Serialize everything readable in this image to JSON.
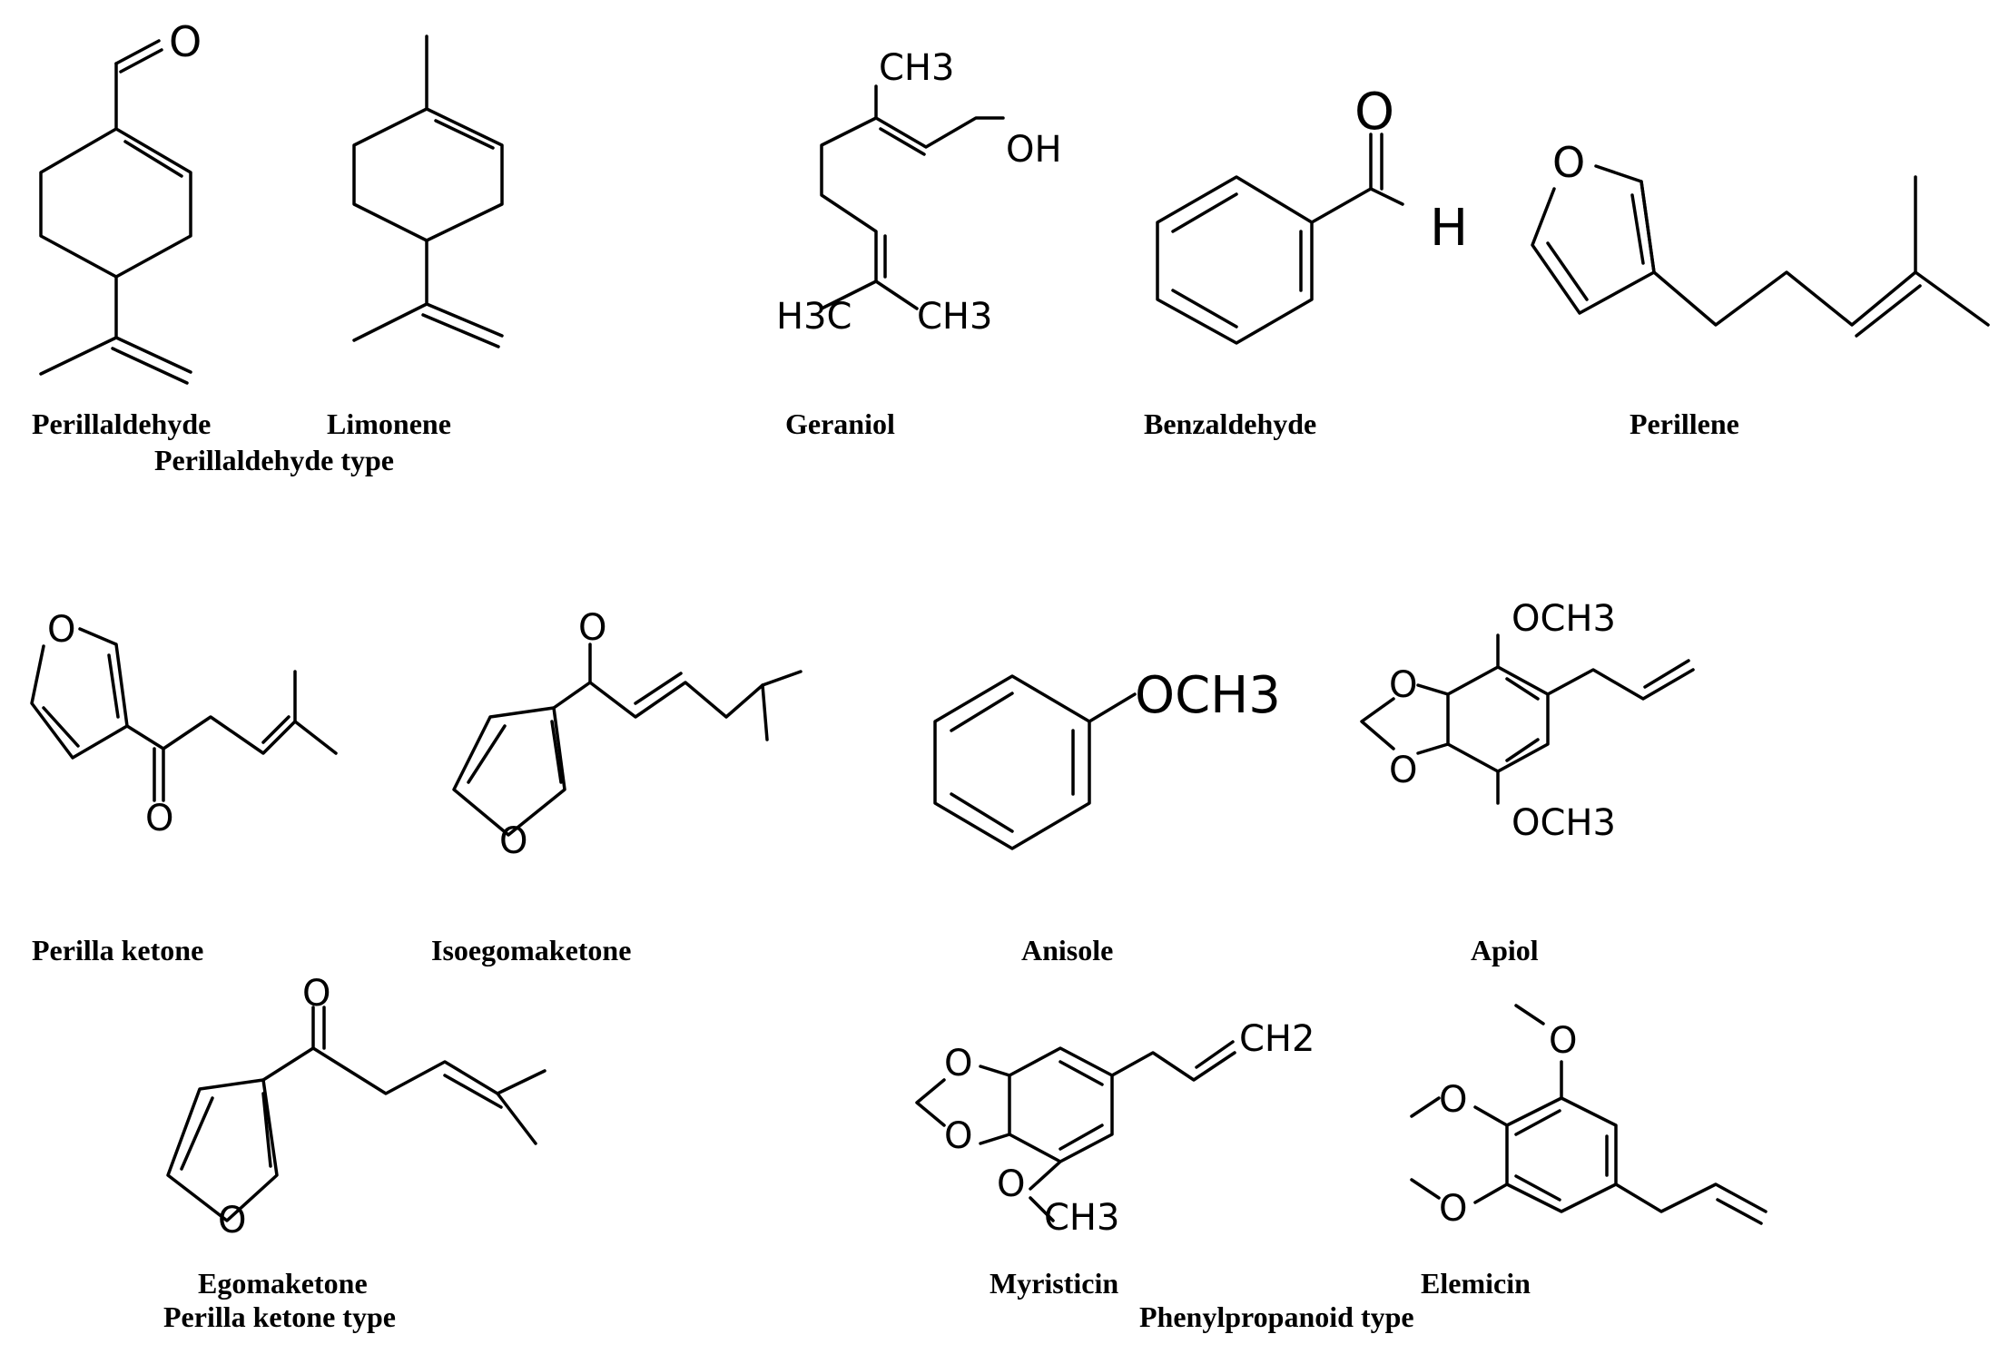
{
  "compounds": [
    {
      "name": "Perillaldehyde"
    },
    {
      "name": "Limonene"
    },
    {
      "name": "Geraniol"
    },
    {
      "name": "Benzaldehyde"
    },
    {
      "name": "Perillene"
    },
    {
      "name": "Perilla ketone"
    },
    {
      "name": "Isoegomaketone"
    },
    {
      "name": "Anisole"
    },
    {
      "name": "Apiol"
    },
    {
      "name": "Egomaketone"
    },
    {
      "name": "Myristicin"
    },
    {
      "name": "Elemicin"
    }
  ],
  "groups": [
    {
      "name": "Perillaldehyde type"
    },
    {
      "name": "Perilla ketone type"
    },
    {
      "name": "Phenylpropanoid type"
    }
  ],
  "atoms": {
    "o": "O",
    "h": "H",
    "oh": "OH",
    "ch3": "CH3",
    "ch2": "CH2",
    "h3c": "H3C",
    "och3": "OCH3"
  }
}
